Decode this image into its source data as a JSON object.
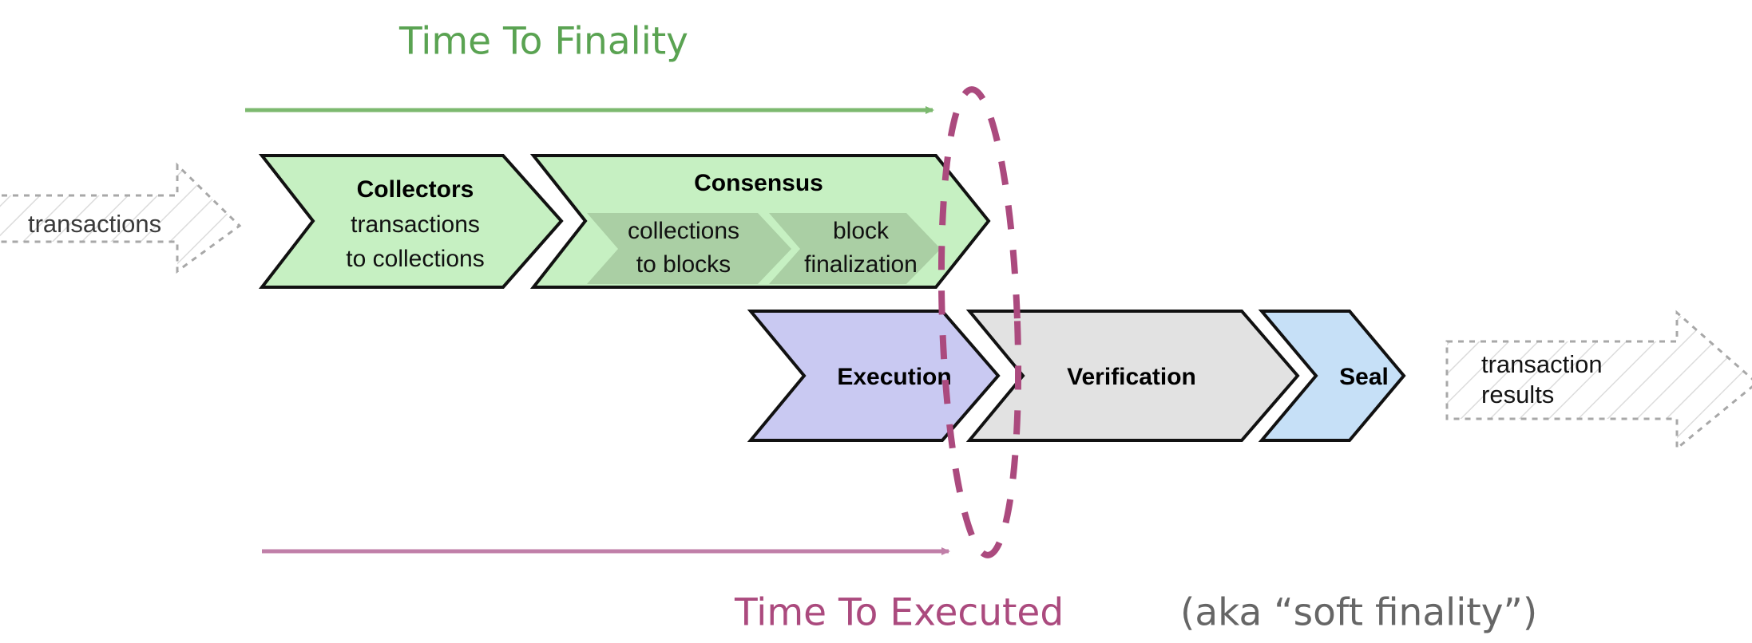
{
  "diagram": {
    "title_top": "Time To Finality",
    "title_bottom_main": "Time To Executed",
    "title_bottom_sub": "(aka “soft finality”)",
    "colors": {
      "green_accent": "#5aa352",
      "purple_accent": "#ab4a7e",
      "green_fill": "#c6f0c2",
      "green_inner_fill": "#aacfa4",
      "purple_fill": "#c9c9f2",
      "gray_fill": "#e2e2e2",
      "blue_fill": "#c6e0f7",
      "outline": "#111111",
      "hatch_outline": "#9a9a9a"
    },
    "input": {
      "label": "transactions"
    },
    "output": {
      "label_line1": "transaction",
      "label_line2": "results"
    },
    "stages_top": [
      {
        "id": "collectors",
        "title": "Collectors",
        "sub_line1": "transactions",
        "sub_line2": "to collections"
      },
      {
        "id": "consensus",
        "title": "Consensus",
        "inner": [
          {
            "id": "collections-to-blocks",
            "line1": "collections",
            "line2": "to blocks"
          },
          {
            "id": "block-finalization",
            "line1": "block",
            "line2": "finalization"
          }
        ]
      }
    ],
    "stages_bottom": [
      {
        "id": "execution",
        "title": "Execution"
      },
      {
        "id": "verification",
        "title": "Verification"
      },
      {
        "id": "seal",
        "title": "Seal"
      }
    ]
  }
}
